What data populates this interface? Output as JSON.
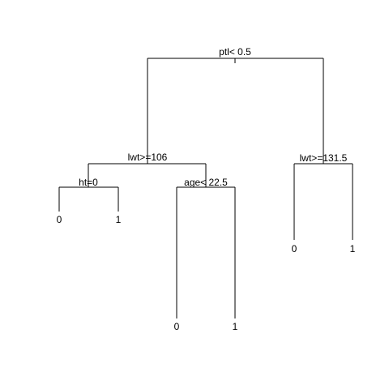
{
  "tree": {
    "root": {
      "label": "ptl< 0.5",
      "left": {
        "label": "lwt>=106",
        "left": {
          "label": "ht=0",
          "left": {
            "label": "0"
          },
          "right": {
            "label": "1"
          }
        },
        "right": {
          "label": "age< 22.5",
          "left": {
            "label": "0"
          },
          "right": {
            "label": "1"
          }
        }
      },
      "right": {
        "label": "lwt>=131.5",
        "left": {
          "label": "0"
        },
        "right": {
          "label": "1"
        }
      }
    }
  }
}
